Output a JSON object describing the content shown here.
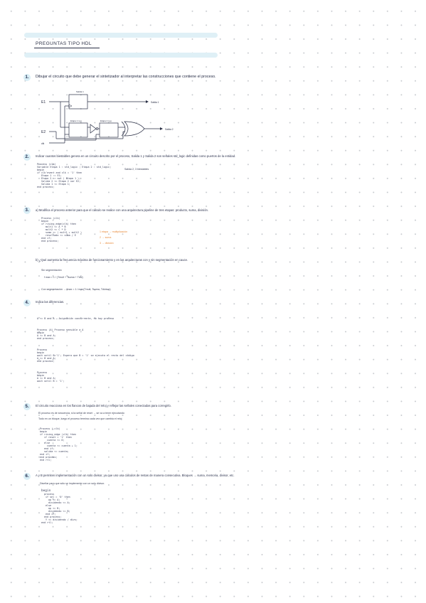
{
  "title": "PREGUNTAS TIPO HDL",
  "q1": {
    "number": "1.",
    "text": "Dibujar el circuito que debe generar el sintetizador al interpretar las construcciones que contiene el proceso.",
    "diagram": {
      "in_e1": "E1",
      "in_e2": "E2",
      "clk": "clk",
      "reg1": "Salida 1",
      "reg2": "Etapa 1 reg",
      "reg3": "Etapa 2 reg",
      "out1": "Salida 1",
      "out2": "Salida 2"
    }
  },
  "q2": {
    "number": "2.",
    "text": "Indicar cuantos biestables genera en un circuito descrito por el proceso, Salida 1 y Salida 2 son señales std_logic definidas como puertos de la entidad.",
    "code": [
      "Process (clk)",
      "Variable Etapa 1 : std_logic ; Etapa 2 : std_logic;",
      "begin",
      "  if clk'event and clk = '1' then",
      "    Etapa 1 := E1;",
      "    Etapa 2 := not ( Etapa 1 );",
      "    Salida 2 <= Etapa 2 xor E2;",
      "    Salida 1 <= Etapa 1;",
      "end process;"
    ],
    "note": "Salida 2, 3 biestables"
  },
  "q3": {
    "number": "3.",
    "text_a": "a) Modifica el proceso anterior para que el cálculo se realice con una arquitectura pipeline de tres etapas: producto, suma, división.",
    "code": [
      "Process (clk)",
      "begin",
      "if rising_edge(clk) then",
      "  mult1 <= A * B",
      "  mult2 <= C * D",
      "  suma <= ( mult1 + mult2 )",
      "  resultado <= suma / E",
      "end if;",
      "end process;"
    ],
    "notes": [
      "1 etapa → multiplicación",
      "2 → suma",
      "3 → división"
    ],
    "text_b": "b) ¿Qué aumenta la frecuencia máxima de funcionamiento y en las arquitecturas con y sin segmentación en cauce.",
    "sin_label": "Sin segmentación",
    "sin_formula": "f max = 1 / (Tmult + Tsuma + Tdiv)",
    "con_label": "Con segmentación → fmax = 1 / max(Tmult, Tsuma, Tdivisor)"
  },
  "q4": {
    "number": "4.",
    "text": "Indica las diferencias.",
    "items": [
      "A <= B and A → Asignación concurrente, no hay proceso",
      "Process (A)   Proceso sensible a A",
      "begin",
      "A <= B and A;",
      "end process;",
      "Process",
      "begin",
      "wait until B='1';   Espera que B = '1' se ejecuta el resto del código",
      "A <= B and A;",
      "end process;",
      "Process",
      "begin",
      "A <= B and A;",
      "wait until B = '1';"
    ]
  },
  "q5": {
    "number": "5.",
    "text": "El circuito reacciona en los flancos de bajada del reloj y reflejar las señales conectadas para corregirlo.",
    "notes": [
      "El proceso es de secuencia, si la señal de reset → se va a tener ejecutando",
      "Todo en un bloque, luego el proceso termina cada vez que cambia el reloj"
    ],
    "code": [
      "Process ( clk)",
      "begin",
      "if rising_edge (clk) then",
      "  if reset = '1' then",
      "    cuenta <= 0;",
      "  else",
      "    cuenta <= cuenta + 1;",
      "  end if;",
      "  salida <= cuenta;",
      "end if;",
      "end process;",
      "end rtl;"
    ]
  },
  "q6": {
    "number": "6.",
    "text": "A y B permiten implementación con un solo divisor, ya que uno usa cálculos de restas de manera consecutiva. Bloques → suma, memoria, divisor, etc.",
    "sub": "Diseñar para que sólo se implemente con un solo divisor.",
    "code": [
      "begin",
      "process",
      "  if sel = '0' then",
      "    op <= A;",
      "    dividendo <= A;",
      "  else",
      "    op <= B;",
      "    dividendo <= B;",
      "  end if;",
      "end process;",
      "Y <= dividendo / divs;",
      "end rtl;"
    ]
  }
}
